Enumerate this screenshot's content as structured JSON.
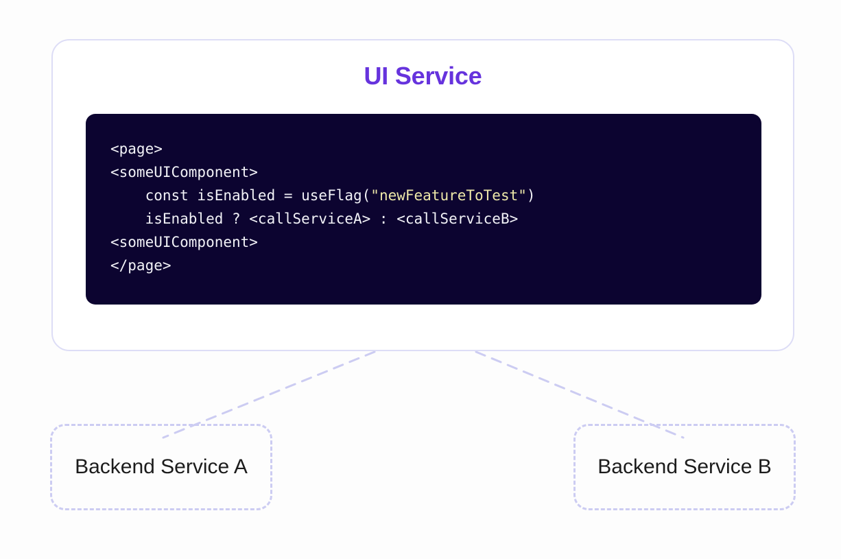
{
  "page": {
    "background": "#fdfdfd",
    "accent": "#6633dd",
    "border_color": "#ddddf6",
    "dashed_border_color": "#ccccf2"
  },
  "service": {
    "title": "UI Service",
    "code": {
      "background": "#0c0430",
      "text_color": "#f2f2f7",
      "string_color": "#eee8a9",
      "lines": [
        {
          "parts": [
            {
              "text": "<page>",
              "type": "plain"
            }
          ]
        },
        {
          "parts": [
            {
              "text": "<someUIComponent>",
              "type": "plain"
            }
          ]
        },
        {
          "parts": [
            {
              "text": "    const isEnabled = useFlag(",
              "type": "plain"
            },
            {
              "text": "\"newFeatureToTest\"",
              "type": "string"
            },
            {
              "text": ")",
              "type": "plain"
            }
          ]
        },
        {
          "parts": [
            {
              "text": "    isEnabled ? <callServiceA> : <callServiceB>",
              "type": "plain"
            }
          ]
        },
        {
          "parts": [
            {
              "text": "<someUIComponent>",
              "type": "plain"
            }
          ]
        },
        {
          "parts": [
            {
              "text": "</page>",
              "type": "plain"
            }
          ]
        }
      ]
    }
  },
  "backends": [
    {
      "label": "Backend Service A",
      "id": "backend-service-a"
    },
    {
      "label": "Backend Service B",
      "id": "backend-service-b"
    }
  ],
  "connectors": [
    {
      "from": "ui-service",
      "to": "backend-service-a",
      "style": "dashed"
    },
    {
      "from": "ui-service",
      "to": "backend-service-b",
      "style": "dashed"
    }
  ]
}
